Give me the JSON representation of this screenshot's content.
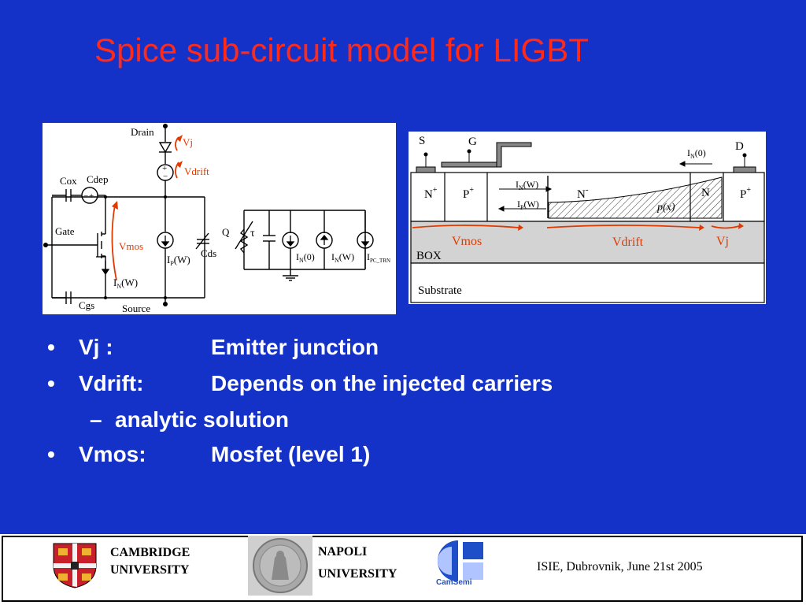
{
  "slide": {
    "title": "Spice sub-circuit model for LIGBT"
  },
  "circuit": {
    "drain": "Drain",
    "vj": "Vj",
    "vdrift": "Vdrift",
    "cox": "Cox",
    "cdep": "Cdep",
    "gate": "Gate",
    "vmos": "Vmos",
    "ip_w": {
      "main": "I",
      "sub": "P",
      "tail": "(W)"
    },
    "in_w_gate": {
      "main": "I",
      "sub": "N",
      "tail": "(W)"
    },
    "cgs": "Cgs",
    "source": "Source",
    "cds": "Cds",
    "q": "Q",
    "tau": "τ",
    "in_0": {
      "main": "I",
      "sub": "N",
      "tail": "(0)"
    },
    "in_w_right": {
      "main": "I",
      "sub": "N",
      "tail": "(W)"
    },
    "ipc_trn": {
      "main": "I",
      "sub": "PC_TRN",
      "tail": ""
    }
  },
  "device": {
    "s": "S",
    "g": "G",
    "d": "D",
    "in0": {
      "main": "I",
      "sub": "N",
      "tail": "(0)"
    },
    "nplus": {
      "main": "N",
      "sup": "+"
    },
    "pplus_left": {
      "main": "P",
      "sup": "+"
    },
    "in_w": {
      "main": "I",
      "sub": "N",
      "tail": "(W)"
    },
    "ip_w": {
      "main": "I",
      "sub": "P",
      "tail": "(W)"
    },
    "nminus": {
      "main": "N",
      "sup": "-"
    },
    "px": "p(x)",
    "n": "N",
    "pplus_right": {
      "main": "P",
      "sup": "+"
    },
    "vmos": "Vmos",
    "vdrift": "Vdrift",
    "vj": "Vj",
    "box": "BOX",
    "substrate": "Substrate"
  },
  "bullets": [
    {
      "term": "Vj :",
      "desc": "Emitter junction"
    },
    {
      "term": "Vdrift:",
      "desc": "Depends on the injected carriers"
    },
    {
      "term": "Vmos:",
      "desc": "Mosfet (level 1)"
    }
  ],
  "sub_bullet": "analytic solution",
  "bullet_symbol": "•",
  "dash_symbol": "–",
  "footer": {
    "cambridge_line1": "CAMBRIDGE",
    "cambridge_line2": "UNIVERSITY",
    "napoli_line1": "NAPOLI",
    "napoli_line2": "UNIVERSITY",
    "camsemi": "CamSemi",
    "date": "ISIE,  Dubrovnik, June 21st 2005"
  },
  "colors": {
    "background": "#1532c8",
    "title": "#ff2a1a",
    "annotation": "#e03a00",
    "camsemi_blue": "#1f4fc8"
  }
}
